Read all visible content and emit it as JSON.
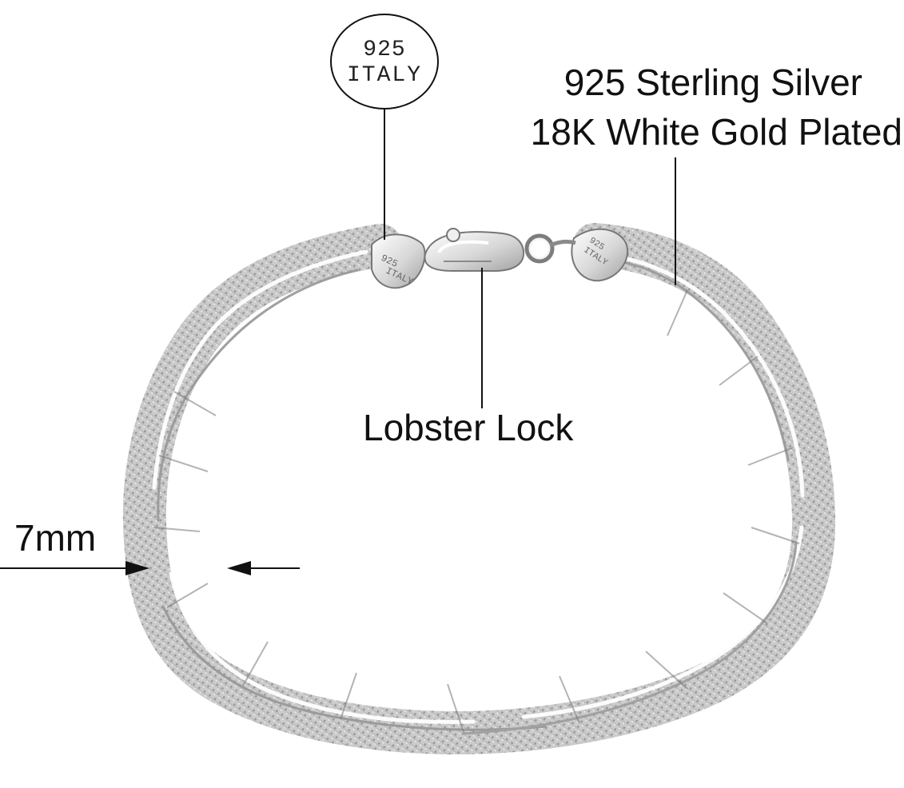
{
  "labels": {
    "material_line_1": "925 Sterling Silver",
    "material_line_2": "18K White Gold Plated",
    "lock": "Lobster Lock",
    "width": "7mm"
  },
  "stamp": {
    "line_1": "925",
    "line_2": "ITALY"
  },
  "colors": {
    "background": "#ffffff",
    "text": "#111111",
    "silver_light": "#e8e8e8",
    "silver_mid": "#c8c8c8",
    "silver_dark": "#8f8f8f"
  }
}
